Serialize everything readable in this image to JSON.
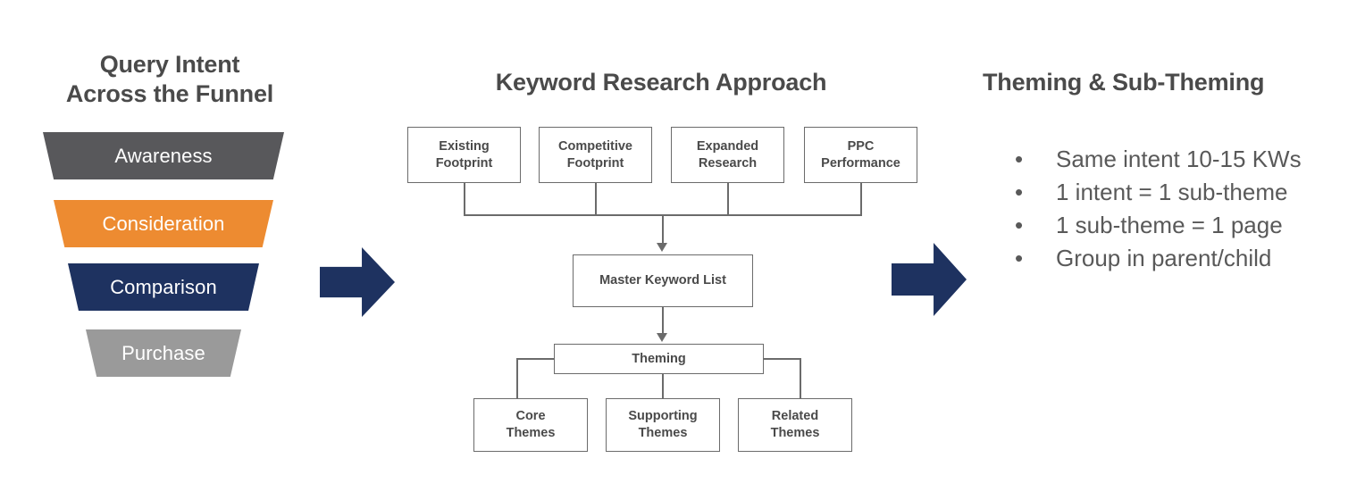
{
  "funnel": {
    "title": "Query Intent\nAcross the Funnel",
    "title_line1": "Query Intent",
    "title_line2": "Across the Funnel",
    "segments": [
      {
        "label": "Awareness",
        "color": "#58585b"
      },
      {
        "label": "Consideration",
        "color": "#ed8b31"
      },
      {
        "label": "Comparison",
        "color": "#1e3260"
      },
      {
        "label": "Purchase",
        "color": "#9a9a9a"
      }
    ]
  },
  "approach": {
    "title": "Keyword Research Approach",
    "sources": [
      {
        "label": "Existing\nFootprint",
        "line1": "Existing",
        "line2": "Footprint"
      },
      {
        "label": "Competitive\nFootprint",
        "line1": "Competitive",
        "line2": "Footprint"
      },
      {
        "label": "Expanded\nResearch",
        "line1": "Expanded",
        "line2": "Research"
      },
      {
        "label": "PPC\nPerformance",
        "line1": "PPC",
        "line2": "Performance"
      }
    ],
    "master": "Master Keyword List",
    "theming": "Theming",
    "themes": [
      {
        "label": "Core\nThemes",
        "line1": "Core",
        "line2": "Themes"
      },
      {
        "label": "Supporting\nThemes",
        "line1": "Supporting",
        "line2": "Themes"
      },
      {
        "label": "Related\nThemes",
        "line1": "Related",
        "line2": "Themes"
      }
    ]
  },
  "theming_panel": {
    "title": "Theming & Sub-Theming",
    "bullet_glyph": "•",
    "bullets": [
      "Same intent 10-15 KWs",
      "1 intent = 1 sub-theme",
      "1 sub-theme = 1 page",
      "Group in parent/child"
    ]
  },
  "arrows": {
    "color": "#1e3260",
    "flow_1": "funnel-to-approach",
    "flow_2": "approach-to-theming"
  },
  "colors": {
    "heading_text": "#4a4a4a",
    "body_text": "#595959",
    "node_border": "#6b6b6b",
    "accent_orange": "#ed8b31",
    "accent_navy": "#1e3260",
    "accent_dark_gray": "#58585b",
    "accent_gray": "#9a9a9a",
    "background": "#ffffff"
  }
}
